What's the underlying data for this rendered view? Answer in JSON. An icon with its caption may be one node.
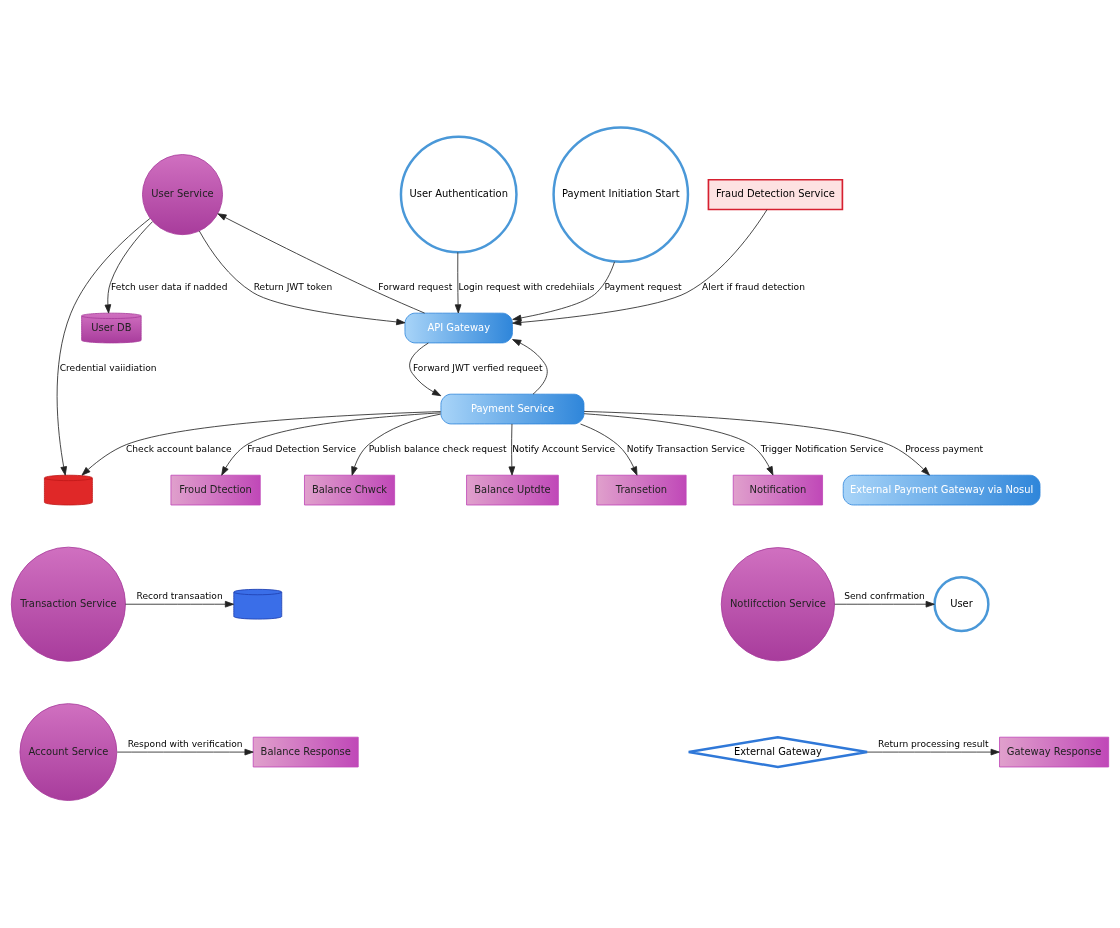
{
  "diagram": {
    "nodes": [
      {
        "text": [
          "User Service"
        ]
      },
      {
        "text": [
          "User DB"
        ]
      },
      {
        "text": [
          "User Authentication"
        ]
      },
      {
        "text": [
          "Payment Initiation Start"
        ]
      },
      {
        "text": [
          "Fraud Detection Service"
        ]
      },
      {
        "text": [
          "API Gateway"
        ]
      },
      {
        "text": [
          "Payment Service"
        ]
      },
      {
        "text": [],
        "shape": "cylinder"
      },
      {
        "text": [
          "Froud Dtection"
        ]
      },
      {
        "text": [
          "Balance Chwck"
        ]
      },
      {
        "text": [
          "Balance Uptdte"
        ]
      },
      {
        "text": [
          "Transetion"
        ]
      },
      {
        "text": [
          "Notification"
        ]
      },
      {
        "text": [
          "External Payment Gateway via Nosul"
        ]
      },
      {
        "text": [
          "Transaction Service"
        ]
      },
      {
        "text": [],
        "shape": "cylinder"
      },
      {
        "text": [
          "Account Service"
        ]
      },
      {
        "text": [
          "Balance Response"
        ]
      },
      {
        "text": [
          "Notlifcction Service"
        ]
      },
      {
        "text": [
          "User"
        ]
      },
      {
        "text": [
          "External Gateway"
        ]
      },
      {
        "text": [
          "Gateway Response"
        ]
      }
    ],
    "edges": [
      {
        "from": 0,
        "to": 5,
        "arrow": "to",
        "label": "Return JWT token"
      },
      {
        "from": 5,
        "to": 0,
        "arrow": "to",
        "label": "Forward request"
      },
      {
        "from": 0,
        "to": 1,
        "arrow": "to",
        "label": "Fetch user data if nadded"
      },
      {
        "from": 0,
        "to": 7,
        "arrow": "to",
        "label": "Credential vaiidiation"
      },
      {
        "from": 2,
        "to": 5,
        "arrow": "to",
        "label": "Login request with credehiials"
      },
      {
        "from": 3,
        "to": 5,
        "arrow": "to",
        "label": "Payment request"
      },
      {
        "from": 4,
        "to": 5,
        "arrow": "to",
        "label": "Alert if fraud detection"
      },
      {
        "from": 5,
        "to": 6,
        "arrow": "to",
        "label": "Forward JWT verfied requeet"
      },
      {
        "from": 6,
        "to": 5,
        "arrow": "to"
      },
      {
        "from": 6,
        "to": 7,
        "arrow": "to",
        "label": "Check account balance"
      },
      {
        "from": 6,
        "to": 8,
        "arrow": "to",
        "label": "Fraud Detection Service"
      },
      {
        "from": 6,
        "to": 9,
        "arrow": "to",
        "label": "Publish balance check request"
      },
      {
        "from": 6,
        "to": 10,
        "arrow": "to",
        "label": "Notify Account Service"
      },
      {
        "from": 6,
        "to": 11,
        "arrow": "to",
        "label": "Notify Transaction Service"
      },
      {
        "from": 6,
        "to": 12,
        "arrow": "to",
        "label": "Trigger Notification Service"
      },
      {
        "from": 6,
        "to": 13,
        "arrow": "to",
        "label": "Process payment"
      },
      {
        "from": 14,
        "to": 15,
        "arrow": "to",
        "label": "Record transaation"
      },
      {
        "from": 16,
        "to": 17,
        "arrow": "to",
        "label": "Respond with verification"
      },
      {
        "from": 18,
        "to": 19,
        "arrow": "to",
        "label": "Send confrmation"
      },
      {
        "from": 20,
        "to": 21,
        "arrow": "to",
        "label": "Return processing result"
      }
    ]
  }
}
